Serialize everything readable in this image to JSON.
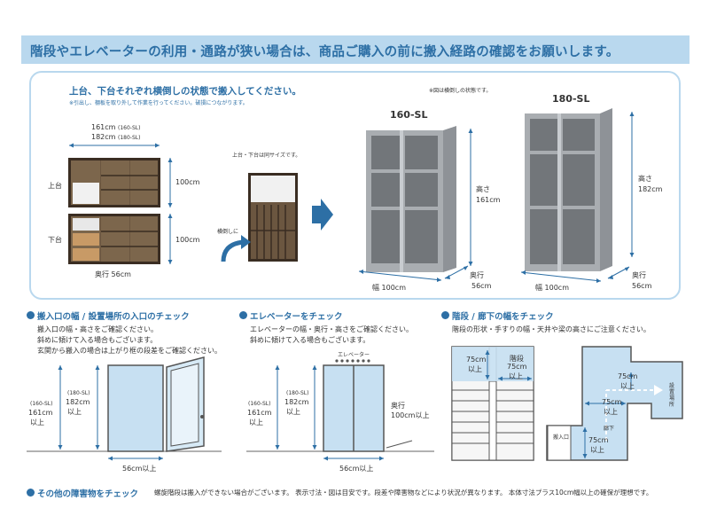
{
  "header": {
    "title": "階段やエレベーターの利用・通路が狭い場合は、商品ご購入の前に搬入経路の確認をお願いします。"
  },
  "top": {
    "title": "上台、下台それぞれ横倒しの状態で搬入してください。",
    "note": "※引出し、棚板を取り外して作業を行ってください。破損につながります。",
    "illustration_note": "※図は横倒しの状態です。",
    "width_161": "161cm",
    "width_161_tag": "(160-SL)",
    "width_182": "182cm",
    "width_182_tag": "(180-SL)",
    "upper_label": "上台",
    "lower_label": "下台",
    "h100_upper": "100cm",
    "h100_lower": "100cm",
    "depth56": "奥行 56cm",
    "same_size": "上台・下台は同サイズです。",
    "lay_down": "横倒しに",
    "m160": {
      "name": "160-SL",
      "height_label": "高さ",
      "height_value": "161cm",
      "width_value": "幅 100cm",
      "depth_label": "奥行",
      "depth_value": "56cm"
    },
    "m180": {
      "name": "180-SL",
      "height_label": "高さ",
      "height_value": "182cm",
      "width_value": "幅 100cm",
      "depth_label": "奥行",
      "depth_value": "56cm"
    }
  },
  "sec1": {
    "title": "搬入口の幅 / 設置場所の入口のチェック",
    "lines": [
      "搬入口の幅・高さをご確認ください。",
      "斜めに傾けて入る場合もございます。",
      "玄関から搬入の場合は上がり框の段差をご確認ください。"
    ],
    "tag160": "(160-SL)",
    "val160": "161cm",
    "above1": "以上",
    "tag180": "(180-SL)",
    "val180": "182cm",
    "above2": "以上",
    "width": "56cm以上"
  },
  "sec2": {
    "title": "エレベーターをチェック",
    "lines": [
      "エレベーターの幅・奥行・高さをご確認ください。",
      "斜めに傾けて入る場合もございます。"
    ],
    "elevator_label": "エレベーター",
    "tag160": "(160-SL)",
    "val160": "161cm",
    "above1": "以上",
    "tag180": "(180-SL)",
    "val180": "182cm",
    "above2": "以上",
    "depth_label": "奥行",
    "depth_value": "100cm以上",
    "width": "56cm以上"
  },
  "sec3": {
    "title": "階段 / 廊下の幅をチェック",
    "lines": [
      "階段の形状・手すりの幅・天井や梁の高さにご注意ください。"
    ],
    "stair_w_val": "75cm",
    "stair_w_above": "以上",
    "stairs_label": "階段",
    "stair_w2_val": "75cm",
    "stair_w2_above": "以上",
    "hall1_val": "75cm",
    "hall1_above": "以上",
    "hall2_val": "75cm",
    "hall2_above": "以上",
    "corridor_label": "廊下",
    "install_label": "設置場所",
    "hall3_val": "75cm",
    "hall3_above": "以上",
    "entrance_label": "搬入口"
  },
  "bottom": {
    "title": "その他の障害物をチェック",
    "note": "螺旋階段は搬入ができない場合がございます。 表示寸法・図は目安です。段差や障害物などにより状況が異なります。 本体寸法プラス10cm幅以上の確保が理想です。"
  },
  "colors": {
    "accent": "#2d6fa5",
    "header_bg": "#b9d8ee",
    "shelf_gray": "#a9adb1",
    "fill_blue": "#c7e0f2"
  }
}
